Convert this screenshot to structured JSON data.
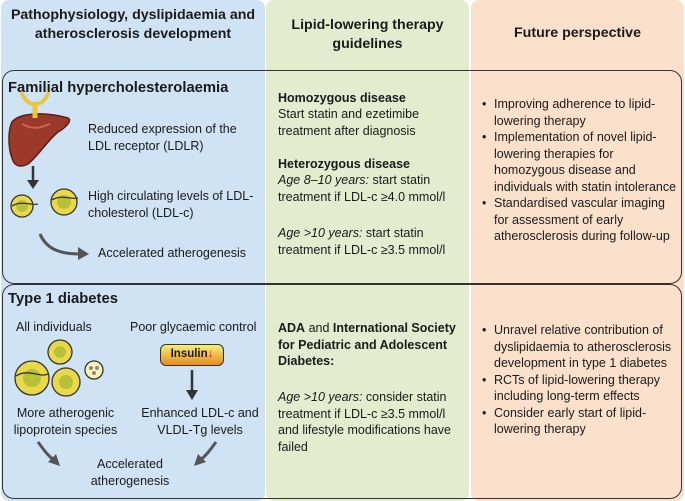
{
  "headers": {
    "col1": "Pathophysiology, dyslipidaemia and atherosclerosis development",
    "col2": "Lipid-lowering therapy guidelines",
    "col3": "Future perspective"
  },
  "fh": {
    "title": "Familial hypercholesterolaemia",
    "patho": [
      "Reduced expression of the LDL receptor (LDLR)",
      "High circulating levels of LDL-cholesterol (LDL-c)",
      "Accelerated atherogenesis"
    ],
    "guidelines": {
      "homo_title": "Homozygous disease",
      "homo_text": "Start statin and ezetimibe treatment after diagnosis",
      "hetero_title": "Heterozygous disease",
      "hetero_age1": "Age 8–10 years:",
      "hetero_text1": " start statin treatment if LDL-c ≥4.0 mmol/l",
      "hetero_age2": "Age >10 years:",
      "hetero_text2": " start statin treatment if LDL-c ≥3.5 mmol/l"
    },
    "future": [
      "Improving adherence to lipid-lowering therapy",
      "Implementation of novel lipid-lowering therapies for homozygous disease and individuals with statin intolerance",
      "Standardised vascular imaging for assessment of early atherosclerosis during follow-up"
    ]
  },
  "t1d": {
    "title": "Type 1 diabetes",
    "all_individuals": "All individuals",
    "poor_control": "Poor glycaemic control",
    "insulin_label": "Insulin",
    "insulin_arrow": "↓",
    "atherogenic": "More atherogenic lipoprotein species",
    "enhanced": "Enhanced LDL-c and VLDL-Tg levels",
    "accelerated": "Accelerated atherogenesis",
    "guidelines": {
      "ada": "ADA",
      "and": " and ",
      "ispad": "International Society for Pediatric and Adolescent Diabetes:",
      "age": "Age >10 years:",
      "text": " consider statin treatment if LDL-c ≥3.5 mmol/l and lifestyle modifications have failed"
    },
    "future": [
      "Unravel relative contribution of dyslipidaemia to atherosclerosis development in type 1 diabetes",
      "RCTs of lipid-lowering therapy including long-term effects",
      "Consider early start of lipid-lowering therapy"
    ]
  },
  "colors": {
    "col1_bg": "#cfe3f4",
    "col2_bg": "#e4ecd0",
    "col3_bg": "#fbe0cc",
    "liver": "#9b3a2a",
    "receptor": "#e8c640",
    "lipoprotein": "#e8d84a",
    "insulin_down_arrow": "#c8102e"
  },
  "icons": [
    "liver-icon",
    "ldl-receptor-icon",
    "lipoprotein-particle-icon",
    "arrow-icon"
  ]
}
